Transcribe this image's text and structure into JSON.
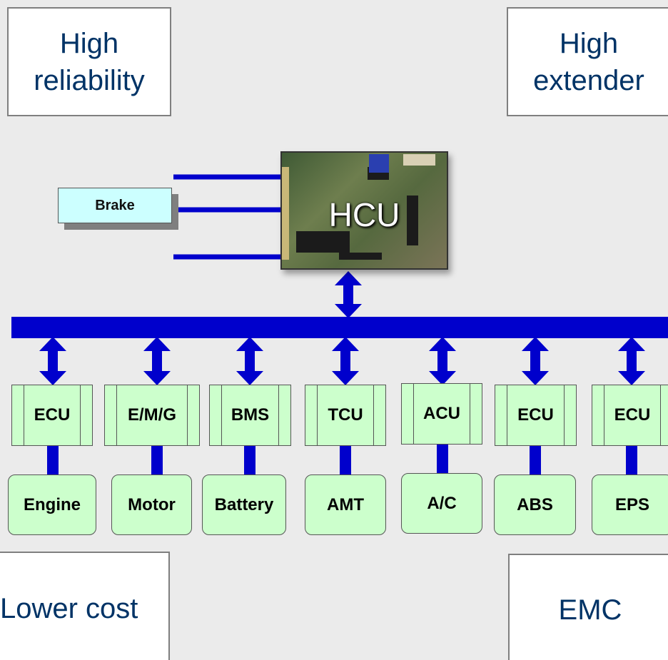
{
  "corners": {
    "top_left": "High reliability",
    "top_right": "High extender",
    "bottom_left": "Lower cost",
    "bottom_right": "EMC"
  },
  "brake": "Brake",
  "hcu": "HCU",
  "controllers": [
    "ECU",
    "E/M/G",
    "BMS",
    "TCU",
    "ACU",
    "ECU",
    "ECU"
  ],
  "devices": [
    "Engine",
    "Motor",
    "Battery",
    "AMT",
    "A/C",
    "ABS",
    "EPS"
  ],
  "colors": {
    "bus": "#0000cc",
    "box_fill": "#ccffcc",
    "brake_fill": "#ccffff",
    "corner_text": "#003366",
    "background": "#ebebeb"
  }
}
